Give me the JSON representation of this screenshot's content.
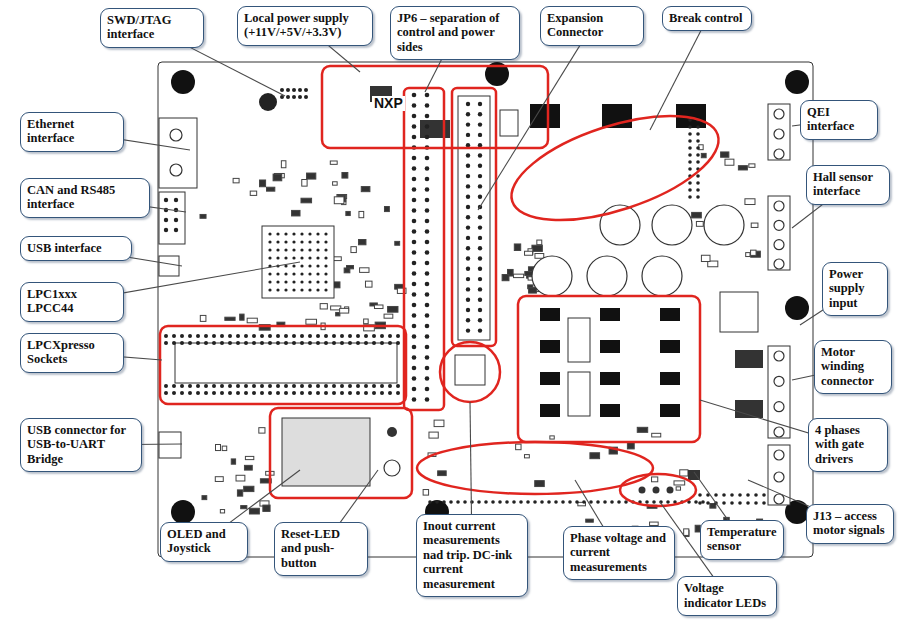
{
  "diagram": {
    "nodes": [
      {
        "text": [
          "SWD/JTAG interface"
        ]
      },
      {
        "text": [
          "Local power supply (+11V/+5V/+3.3V)"
        ]
      },
      {
        "text": [
          "JP6 – separation of control and power sides"
        ]
      },
      {
        "text": [
          "Expansion Connector"
        ]
      },
      {
        "text": [
          "Break control"
        ]
      },
      {
        "text": [
          "Ethernet interface"
        ]
      },
      {
        "text": [
          "QEI interface"
        ]
      },
      {
        "text": [
          "CAN and RS485 interface"
        ]
      },
      {
        "text": [
          "Hall sensor interface"
        ]
      },
      {
        "text": [
          "USB interface"
        ]
      },
      {
        "text": [
          "LPC1xxx LPCC44"
        ]
      },
      {
        "text": [
          "Power supply input"
        ]
      },
      {
        "text": [
          "Motor winding connector"
        ]
      },
      {
        "text": [
          "LPCXpresso Sockets"
        ]
      },
      {
        "text": [
          "4 phases with gate drivers"
        ]
      },
      {
        "text": [
          "USB connector for USB-to-UART Bridge"
        ]
      },
      {
        "text": [
          "J13 – access motor signals"
        ]
      },
      {
        "text": [
          "OLED and Joystick"
        ]
      },
      {
        "text": [
          "Reset-LED and push-button"
        ]
      },
      {
        "text": [
          "Inout current measurements nad trip. DC-ink current measurement"
        ]
      },
      {
        "text": [
          "Phase voltage and current measurements"
        ]
      },
      {
        "text": [
          "Temperature sensor"
        ]
      },
      {
        "text": [
          "Voltage indicator LEDs"
        ]
      }
    ],
    "labels": [
      "NXP"
    ]
  }
}
